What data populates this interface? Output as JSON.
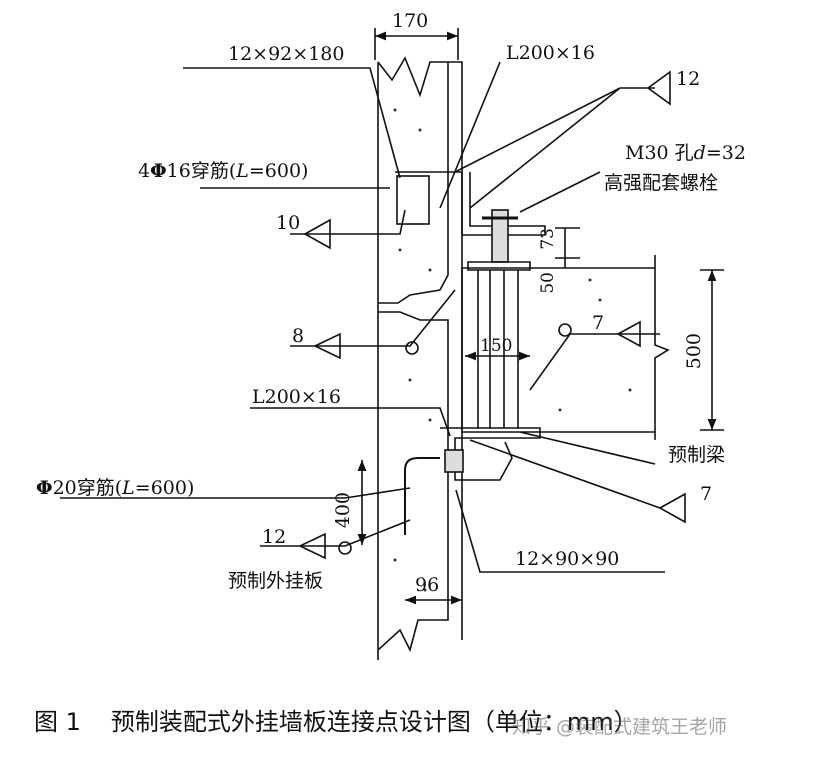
{
  "labels": {
    "dim_170": "170",
    "plate_top": "12×92×180",
    "angle_top": "L200×16",
    "weld_12_top": "12",
    "rebar_16_prefix": "4",
    "rebar_16_text": "16穿筋(",
    "rebar_16_L": "L",
    "rebar_16_rest": "=600)",
    "bolt_line1_a": "M30  孔",
    "bolt_line1_d": "d",
    "bolt_line1_b": "=32",
    "bolt_line2": "高强配套螺栓",
    "weld_10": "10",
    "dim_73": "73",
    "dim_50": "50",
    "weld_8": "8",
    "weld_7_mid": "7",
    "dim_150": "150",
    "dim_500": "500",
    "angle_bottom": "L200×16",
    "beam_label": "预制梁",
    "rebar_20_text": "20穿筋(",
    "rebar_20_L": "L",
    "rebar_20_rest": "=600)",
    "weld_7_bottom": "7",
    "dim_400": "400",
    "weld_12_bottom": "12",
    "plate_bottom": "12×90×90",
    "panel_label": "预制外挂板",
    "dim_96": "96"
  },
  "caption": {
    "number": "图 1",
    "title": "预制装配式外挂墙板连接点设计图（单位：mm）"
  },
  "watermark": "知乎 @装配式建筑王老师",
  "colors": {
    "ink": "#111111",
    "background": "#ffffff"
  }
}
